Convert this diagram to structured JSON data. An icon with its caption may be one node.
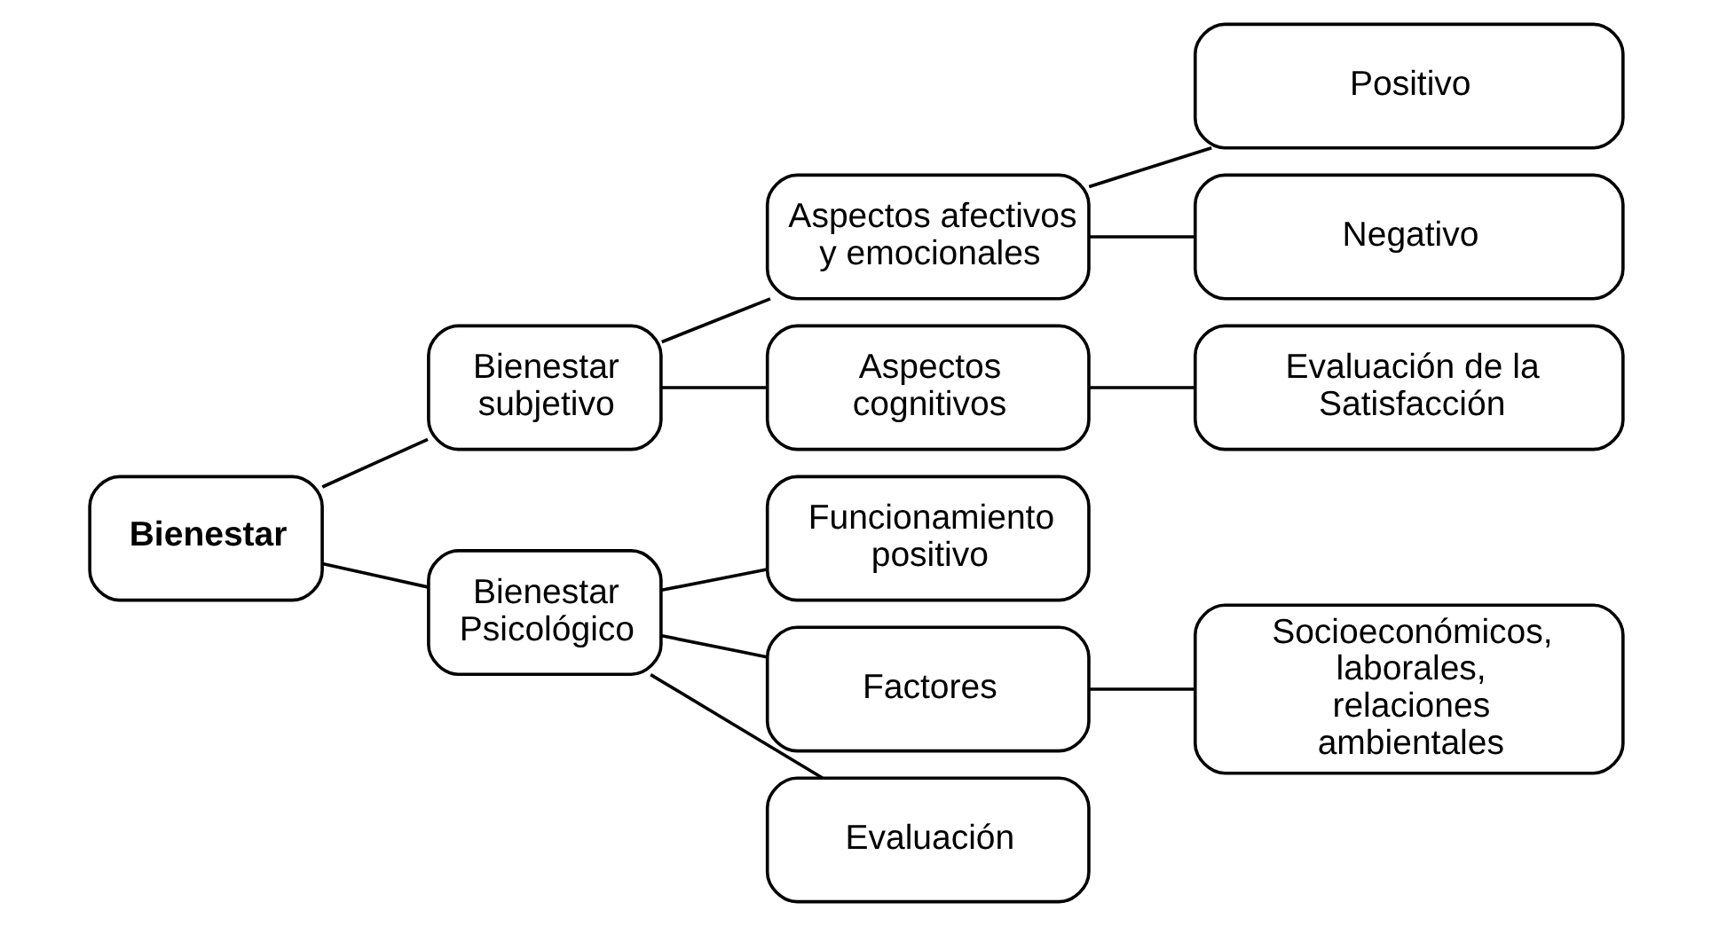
{
  "diagram": {
    "nodes": [
      {
        "text": [
          "Bienestar"
        ]
      },
      {
        "text": [
          "Bienestar subjetivo"
        ]
      },
      {
        "text": [
          "Bienestar Psicológico"
        ]
      },
      {
        "text": [
          "Aspectos afectivos y emocionales"
        ]
      },
      {
        "text": [
          "Aspectos cognitivos"
        ]
      },
      {
        "text": [
          "Positivo"
        ]
      },
      {
        "text": [
          "Negativo"
        ]
      },
      {
        "text": [
          "Evaluación de la Satisfacción"
        ]
      },
      {
        "text": [
          "Funcionamiento positivo"
        ]
      },
      {
        "text": [
          "Factores"
        ]
      },
      {
        "text": [
          "Evaluación"
        ]
      },
      {
        "text": [
          "Socioeconómicos, laborales, relaciones ambientales"
        ]
      }
    ],
    "edges": [
      {
        "from": 0,
        "to": 1,
        "arrow": "none"
      },
      {
        "from": 0,
        "to": 2,
        "arrow": "none"
      },
      {
        "from": 1,
        "to": 3,
        "arrow": "none"
      },
      {
        "from": 1,
        "to": 4,
        "arrow": "none"
      },
      {
        "from": 3,
        "to": 5,
        "arrow": "none"
      },
      {
        "from": 3,
        "to": 6,
        "arrow": "none"
      },
      {
        "from": 4,
        "to": 7,
        "arrow": "none"
      },
      {
        "from": 2,
        "to": 8,
        "arrow": "none"
      },
      {
        "from": 2,
        "to": 9,
        "arrow": "none"
      },
      {
        "from": 2,
        "to": 10,
        "arrow": "none"
      },
      {
        "from": 9,
        "to": 11,
        "arrow": "none"
      }
    ]
  }
}
